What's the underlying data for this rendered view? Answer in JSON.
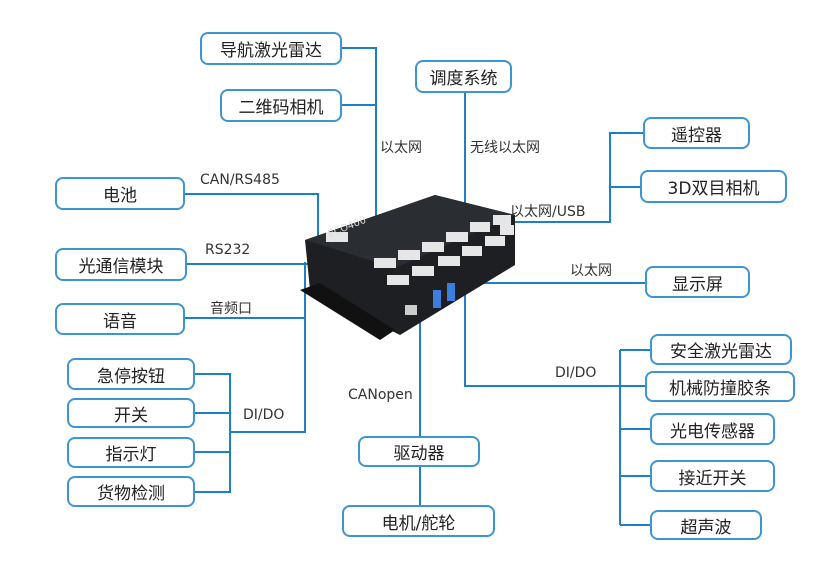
{
  "device": {
    "model": "ECO400"
  },
  "top": {
    "nav_lidar": "导航激光雷达",
    "qr_camera": "二维码相机",
    "ethernet_label": "以太网",
    "dispatch": "调度系统",
    "wireless_label": "无线以太网"
  },
  "right_top": {
    "remote": "遥控器",
    "stereo_camera": "3D双目相机",
    "eth_usb_label": "以太网/USB",
    "display_label": "以太网",
    "display": "显示屏"
  },
  "left": {
    "battery": "电池",
    "battery_label": "CAN/RS485",
    "optical": "光通信模块",
    "optical_label": "RS232",
    "voice": "语音",
    "voice_label": "音频口",
    "dido_label": "DI/DO",
    "estop": "急停按钮",
    "switch": "开关",
    "indicator": "指示灯",
    "cargo": "货物检测"
  },
  "bottom": {
    "canopen_label": "CANopen",
    "driver": "驱动器",
    "motor": "电机/舵轮"
  },
  "right": {
    "dido_label": "DI/DO",
    "safety_lidar": "安全激光雷达",
    "bumper": "机械防撞胶条",
    "photo_sensor": "光电传感器",
    "proximity": "接近开关",
    "ultrasonic": "超声波"
  },
  "colors": {
    "line": "#1f7fc4",
    "box_border": "#3d95d3",
    "device": "#1d1f22"
  }
}
